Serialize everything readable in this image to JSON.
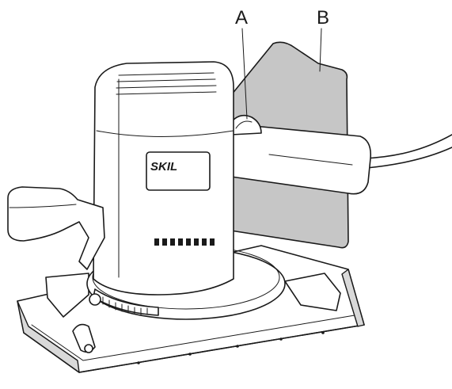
{
  "callouts": {
    "a": "A",
    "b": "B"
  },
  "logo": "SKIL",
  "colors": {
    "line": "#1a1a1a",
    "dust_bag": "#c6c6c6",
    "background": "#ffffff"
  }
}
